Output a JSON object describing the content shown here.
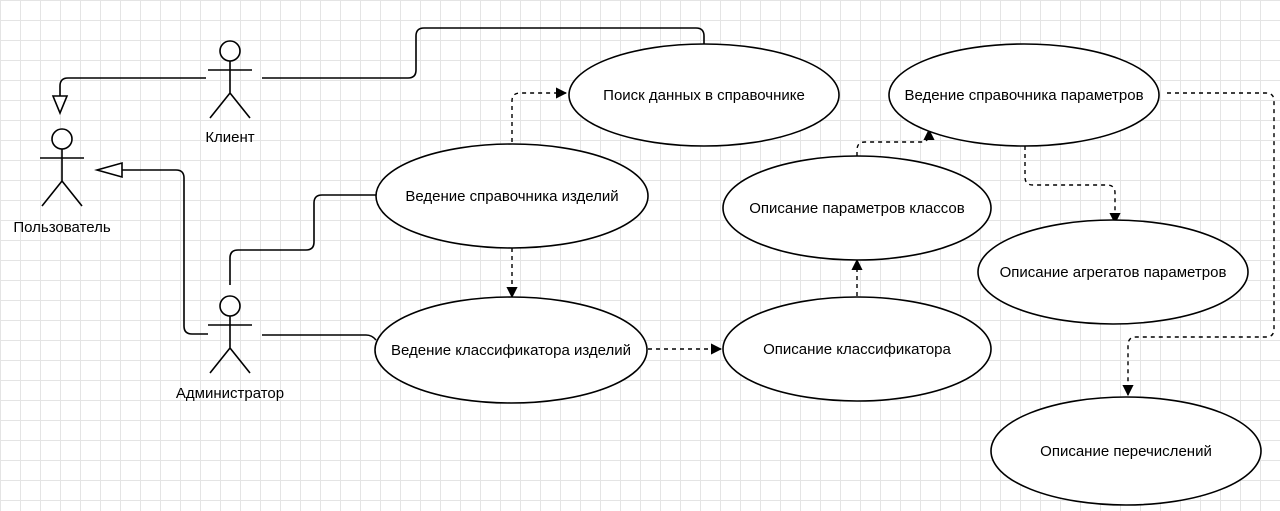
{
  "actors": {
    "client": "Клиент",
    "user": "Пользователь",
    "admin": "Администратор"
  },
  "use_cases": {
    "search": "Поиск данных в справочнике",
    "product_catalog": "Ведение справочника изделий",
    "product_classifier": "Ведение классификатора изделий",
    "param_catalog": "Ведение справочника параметров",
    "class_params": "Описание параметров классов",
    "classifier_desc": "Описание классификатора",
    "param_aggregates": "Описание агрегатов параметров",
    "enumerations": "Описание перечислений"
  },
  "colors": {
    "stroke": "#000000",
    "fill": "#ffffff",
    "grid": "#e4e4e4"
  }
}
